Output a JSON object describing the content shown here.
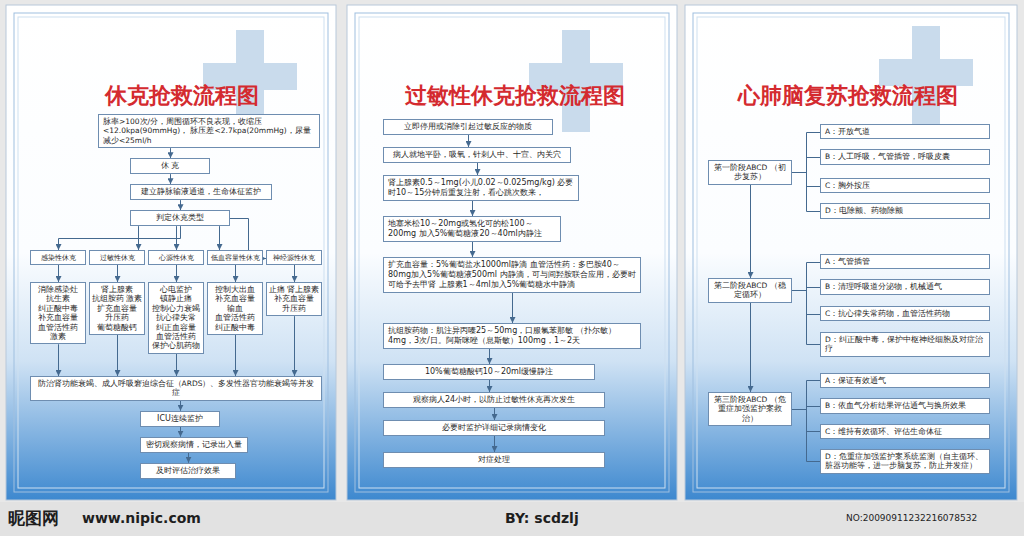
{
  "diagram": {
    "nodes": [
      {
        "text": [
          "休克抢救流程图"
        ]
      },
      {
        "text": [
          "脉率>100次/分，周围循环不良表现，收缩压<12.0kpa(90mmHg)， 脉压差<2.7kpa(20mmHg)，尿量减少<25ml/h"
        ],
        "in": 0
      },
      {
        "text": [
          "休 克"
        ],
        "in": 0
      },
      {
        "text": [
          "建立静脉输液通道，生命体征监护"
        ],
        "in": 0
      },
      {
        "text": [
          "判定休克类型"
        ],
        "in": 0
      },
      {
        "text": [
          "感染性休克"
        ],
        "in": 0
      },
      {
        "text": [
          "过敏性休克"
        ],
        "in": 0
      },
      {
        "text": [
          "心源性休克"
        ],
        "in": 0
      },
      {
        "text": [
          "低血容量性休克"
        ],
        "in": 0
      },
      {
        "text": [
          "神经源性休克"
        ],
        "in": 0
      },
      {
        "text": [
          "消除感染灶 抗生素 纠正酸中毒 补充血容量 血管活性药 激素"
        ],
        "in": 0
      },
      {
        "text": [
          "肾上腺素 抗组胺药 激素 扩充血容量 升压药 葡萄糖酸钙"
        ],
        "in": 0
      },
      {
        "text": [
          "心电监护 镇静止痛 控制心力衰竭 抗心律失常 纠正血容量 血管活性药 保护心肌药物"
        ],
        "in": 0
      },
      {
        "text": [
          "控制大出血 补充血容量 输血 血管活性药 纠正酸中毒"
        ],
        "in": 0
      },
      {
        "text": [
          "止痛 肾上腺素 补充血容量 升压药"
        ],
        "in": 0
      },
      {
        "text": [
          "防治肾功能衰竭、成人呼吸窘迫综合征（ARDS）、多发性器官功能衰竭等并发症"
        ],
        "in": 0
      },
      {
        "text": [
          "ICU连续监护"
        ],
        "in": 0
      },
      {
        "text": [
          "密切观察病情，记录出入量"
        ],
        "in": 0
      },
      {
        "text": [
          "及时评估治疗效果"
        ],
        "in": 0
      },
      {
        "text": [
          "过敏性休克抢救流程图"
        ]
      },
      {
        "text": [
          "立即停用或消除引起过敏反应的物质"
        ],
        "in": 19
      },
      {
        "text": [
          "病人就地平卧，吸氧，针刺人中、十宣、内关穴"
        ],
        "in": 19
      },
      {
        "text": [
          "肾上腺素0.5～1mg(小儿0.02～0.025mg/kg) 必要时10～15分钟后重复注射，看心跳次数来，"
        ],
        "in": 19
      },
      {
        "text": [
          "地塞米松10～20mg或氢化可的松100～200mg 加入5%葡萄糖液20～40ml内静注"
        ],
        "in": 19
      },
      {
        "text": [
          "扩充血容量：5%葡萄盐水1000ml静滴 血管活性药：多巴胺40～80mg加入5%葡萄糖液500ml 内静滴，可与间羟胺联合应用，必要时可给予去甲肾 上腺素1～4ml加入5%葡萄糖水中静滴"
        ],
        "in": 19
      },
      {
        "text": [
          "抗组胺药物：肌注异丙嗪25～50mg，口服氯苯那敏 （扑尔敏）4mg，3次/日。阿斯咪唑（息斯敏）100mg，1～2天"
        ],
        "in": 19
      },
      {
        "text": [
          "10%葡萄糖酸钙10～20ml缓慢静注"
        ],
        "in": 19
      },
      {
        "text": [
          "观察病人24小时，以防止过敏性休克再次发生"
        ],
        "in": 19
      },
      {
        "text": [
          "必要时监护详细记录病情变化"
        ],
        "in": 19
      },
      {
        "text": [
          "对症处理"
        ],
        "in": 19
      },
      {
        "text": [
          "心肺脑复苏抢救流程图"
        ]
      },
      {
        "text": [
          "第一阶段ABCD （初步复苏）"
        ],
        "in": 30
      },
      {
        "text": [
          "A：开放气道"
        ],
        "in": 30
      },
      {
        "text": [
          "B：人工呼吸，气管插管，呼吸皮囊"
        ],
        "in": 30
      },
      {
        "text": [
          "C：胸外按压"
        ],
        "in": 30
      },
      {
        "text": [
          "D：电除颤、药物除颤"
        ],
        "in": 30
      },
      {
        "text": [
          "第二阶段ABCD （稳定循环）"
        ],
        "in": 30
      },
      {
        "text": [
          "A：气管插管"
        ],
        "in": 30
      },
      {
        "text": [
          "B：清理呼吸道分泌物，机械通气"
        ],
        "in": 30
      },
      {
        "text": [
          "C：抗心律失常药物，血管活性药物"
        ],
        "in": 30
      },
      {
        "text": [
          "D：纠正酸中毒，保护中枢神经细胞及对症治疗"
        ],
        "in": 30
      },
      {
        "text": [
          "第三阶段ABCD （危重症加强监护案救治）"
        ],
        "in": 30
      },
      {
        "text": [
          "A：保证有效通气"
        ],
        "in": 30
      },
      {
        "text": [
          "B：依血气分析结果评估通气与换所效果"
        ],
        "in": 30
      },
      {
        "text": [
          "C：维持有效循环、评估生命体征"
        ],
        "in": 30
      },
      {
        "text": [
          "D：危重症加强监护案系统监测（自主循环、脏器功能等，进一步脑复苏，防止并发症）"
        ],
        "in": 30
      }
    ],
    "edges": [
      {
        "from": 1,
        "to": 2,
        "arrow": "to"
      },
      {
        "from": 2,
        "to": 3,
        "arrow": "to"
      },
      {
        "from": 3,
        "to": 4,
        "arrow": "to"
      },
      {
        "from": 4,
        "to": 5,
        "arrow": "to"
      },
      {
        "from": 4,
        "to": 6,
        "arrow": "to"
      },
      {
        "from": 4,
        "to": 7,
        "arrow": "to"
      },
      {
        "from": 4,
        "to": 8,
        "arrow": "to"
      },
      {
        "from": 4,
        "to": 9,
        "arrow": "to"
      },
      {
        "from": 5,
        "to": 10,
        "arrow": "to"
      },
      {
        "from": 6,
        "to": 11,
        "arrow": "to"
      },
      {
        "from": 7,
        "to": 12,
        "arrow": "to"
      },
      {
        "from": 8,
        "to": 13,
        "arrow": "to"
      },
      {
        "from": 9,
        "to": 14,
        "arrow": "to"
      },
      {
        "from": 10,
        "to": 15,
        "arrow": "to"
      },
      {
        "from": 11,
        "to": 15,
        "arrow": "to"
      },
      {
        "from": 12,
        "to": 15,
        "arrow": "to"
      },
      {
        "from": 13,
        "to": 15,
        "arrow": "to"
      },
      {
        "from": 14,
        "to": 15,
        "arrow": "to"
      },
      {
        "from": 15,
        "to": 16,
        "arrow": "to"
      },
      {
        "from": 16,
        "to": 17,
        "arrow": "to"
      },
      {
        "from": 17,
        "to": 18,
        "arrow": "to"
      },
      {
        "from": 20,
        "to": 21,
        "arrow": "to"
      },
      {
        "from": 21,
        "to": 22,
        "arrow": "to"
      },
      {
        "from": 22,
        "to": 23,
        "arrow": "to"
      },
      {
        "from": 23,
        "to": 24,
        "arrow": "to"
      },
      {
        "from": 24,
        "to": 25,
        "arrow": "to"
      },
      {
        "from": 25,
        "to": 26,
        "arrow": "to"
      },
      {
        "from": 26,
        "to": 27,
        "arrow": "to"
      },
      {
        "from": 27,
        "to": 28,
        "arrow": "to"
      },
      {
        "from": 28,
        "to": 29,
        "arrow": "to"
      },
      {
        "from": 31,
        "to": 32,
        "arrow": "none"
      },
      {
        "from": 31,
        "to": 33,
        "arrow": "none"
      },
      {
        "from": 31,
        "to": 34,
        "arrow": "none"
      },
      {
        "from": 31,
        "to": 35,
        "arrow": "none"
      },
      {
        "from": 31,
        "to": 36,
        "arrow": "to"
      },
      {
        "from": 36,
        "to": 37,
        "arrow": "none"
      },
      {
        "from": 36,
        "to": 38,
        "arrow": "none"
      },
      {
        "from": 36,
        "to": 39,
        "arrow": "none"
      },
      {
        "from": 36,
        "to": 40,
        "arrow": "none"
      },
      {
        "from": 36,
        "to": 41,
        "arrow": "to"
      },
      {
        "from": 41,
        "to": 42,
        "arrow": "none"
      },
      {
        "from": 41,
        "to": 43,
        "arrow": "none"
      },
      {
        "from": 41,
        "to": 44,
        "arrow": "none"
      },
      {
        "from": 41,
        "to": 45,
        "arrow": "none"
      }
    ],
    "labels": [
      "昵图网",
      "www.nipic.com",
      "BY: scdzlj",
      "NO:20090911232216078532"
    ]
  }
}
